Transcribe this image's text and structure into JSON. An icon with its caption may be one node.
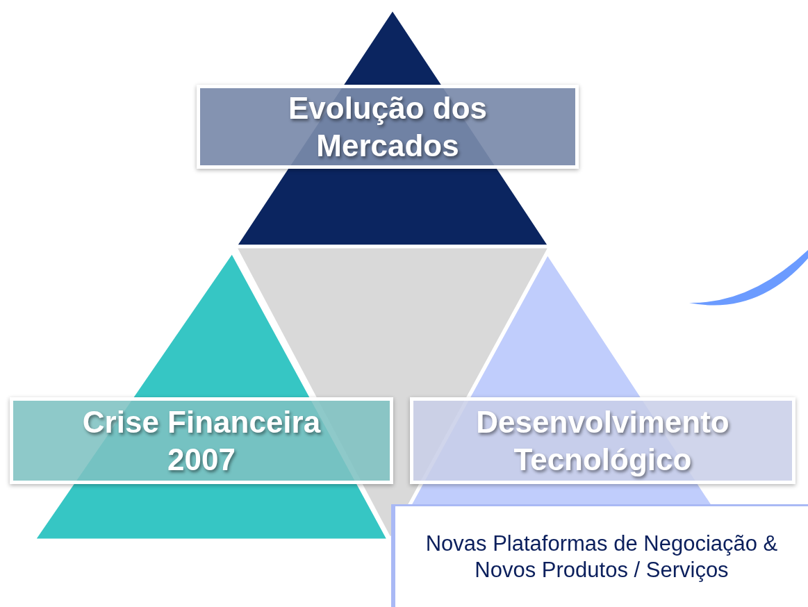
{
  "diagram": {
    "nodes": [
      {
        "text": [
          "Evolução dos Mercados"
        ]
      },
      {
        "text": [
          "Crise Financeira 2007"
        ]
      },
      {
        "text": [
          "Desenvolvimento Tecnológico"
        ]
      },
      {
        "text": [
          "Novas Plataformas de Negociação & Novos Produtos / Serviços"
        ]
      }
    ],
    "edges": []
  }
}
